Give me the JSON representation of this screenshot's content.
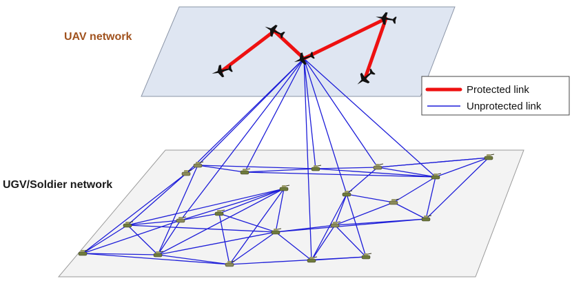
{
  "labels": {
    "uav_network": "UAV network",
    "ugv_network": "UGV/Soldier network"
  },
  "legend": {
    "protected": "Protected link",
    "unprotected": "Unprotected link"
  },
  "colors": {
    "uav_label": "#a0521e",
    "ugv_label": "#1a1a1a",
    "protected_link": "#ee1111",
    "unprotected_link": "#1c1cd8",
    "uav_plane_fill": "#dfe6f2",
    "ugv_plane_fill": "#f3f3f3"
  },
  "icons": {
    "uav": "aircraft-icon",
    "ground": "tank-soldier-icon"
  }
}
